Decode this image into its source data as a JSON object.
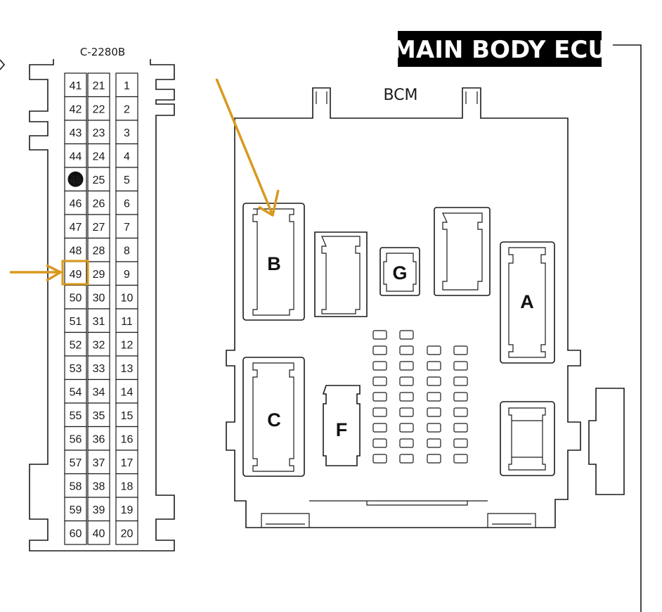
{
  "connector_header": "C-2280B",
  "title": "MAIN BODY ECU",
  "module_label": "BCM",
  "pin_columns": [
    [
      41,
      42,
      43,
      44,
      45,
      46,
      47,
      48,
      49,
      50,
      51,
      52,
      53,
      54,
      55,
      56,
      57,
      58,
      59,
      60
    ],
    [
      21,
      22,
      23,
      24,
      25,
      26,
      27,
      28,
      29,
      30,
      31,
      32,
      33,
      34,
      35,
      36,
      37,
      38,
      39,
      40
    ],
    [
      1,
      2,
      3,
      4,
      5,
      6,
      7,
      8,
      9,
      10,
      11,
      12,
      13,
      14,
      15,
      16,
      17,
      18,
      19,
      20
    ]
  ],
  "highlighted_pin": "49",
  "filled_pin": "45",
  "connectors": {
    "a": "A",
    "b": "B",
    "c": "C",
    "f": "F",
    "g": "G"
  },
  "colors": {
    "arrow": "#d89a1e",
    "title_bg": "#000000",
    "title_fg": "#ffffff",
    "line": "#1a1a1a"
  }
}
